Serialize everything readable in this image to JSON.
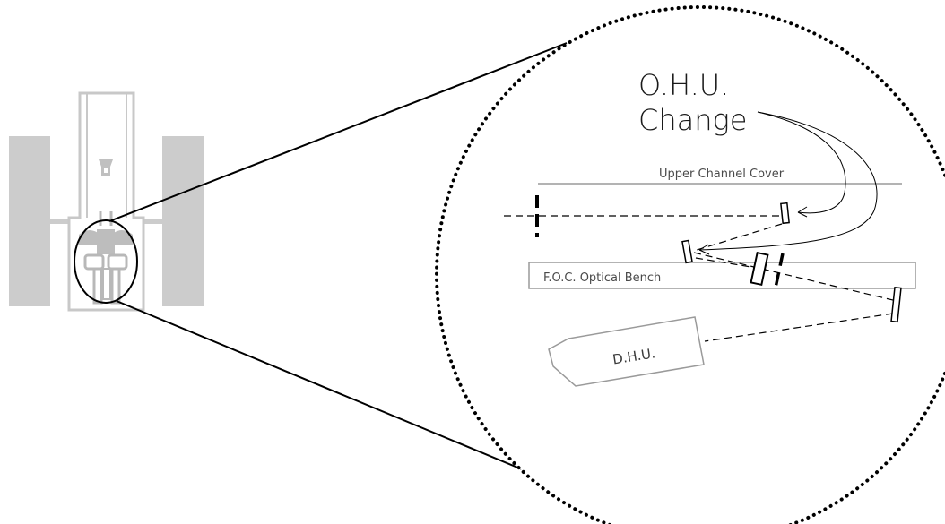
{
  "labels": {
    "ohu_line1": "O.H.U.",
    "ohu_line2": "Change",
    "upper_channel_cover": "Upper Channel Cover",
    "optical_bench": "F.O.C. Optical Bench",
    "dhu": "D.H.U."
  },
  "colors": {
    "outline": "#000000",
    "telescope_gray": "#c8c8c8",
    "bench_gray": "#9a9a9a",
    "text": "#1a1a1a"
  }
}
